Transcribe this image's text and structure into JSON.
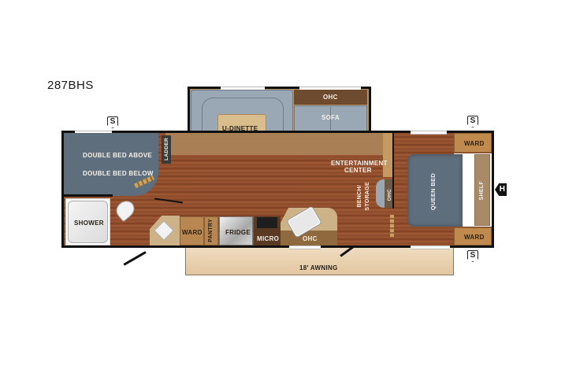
{
  "model": "287BHS",
  "colors": {
    "wall": "#111111",
    "floor_wood": "#8a4a2a",
    "bed_slate": "#5f6e7c",
    "sofa_gray": "#9aa8b5",
    "cabinet_tan": "#b88650",
    "awning": "#e8cfae",
    "table": "#d9bd8c"
  },
  "rooms": {
    "bunk": {
      "line1": "DOUBLE BED ABOVE",
      "line2": "DOUBLE BED BELOW",
      "ladder": "LADDER"
    },
    "bath": {
      "shower": "SHOWER"
    },
    "slideout": {
      "dinette": "U-DINETTE",
      "sofa": "SOFA",
      "ohc": "OHC"
    },
    "kitchen": {
      "ward": "WARD",
      "pantry": "PANTRY",
      "fridge": "FRIDGE",
      "micro": "MICRO",
      "ohc": "OHC"
    },
    "living": {
      "entertainment_line1": "ENTERTAINMENT",
      "entertainment_line2": "CENTER",
      "bench": "BENCH/",
      "storage": "STORAGE",
      "ohc": "OHC"
    },
    "bedroom": {
      "bed": "QUEEN BED",
      "shelf": "SHELF",
      "ward_top": "WARD",
      "ward_bottom": "WARD"
    }
  },
  "exterior": {
    "awning": "18' AWNING",
    "markers": {
      "s": "S",
      "h": "H"
    }
  }
}
